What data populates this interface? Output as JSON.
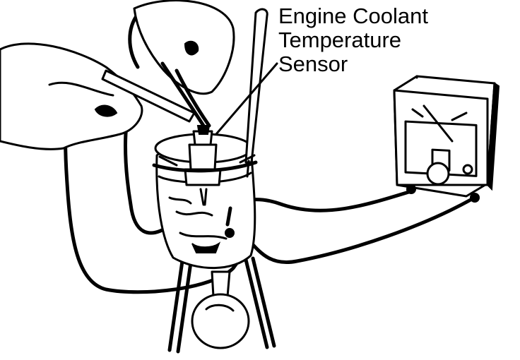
{
  "callout": {
    "line1": "Engine Coolant",
    "line2": "Temperature",
    "line3": "Sensor"
  },
  "colors": {
    "ink": "#000000",
    "paper": "#ffffff"
  }
}
